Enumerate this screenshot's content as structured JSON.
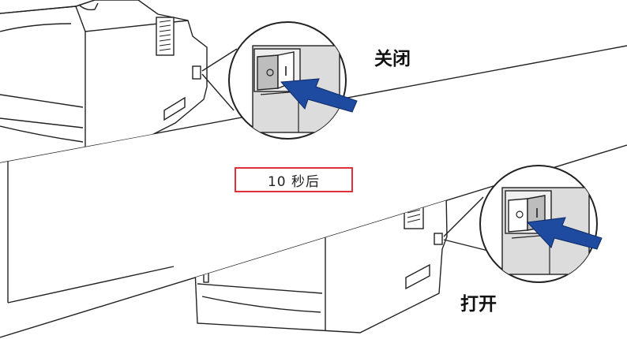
{
  "labels": {
    "switch_off": "关闭",
    "switch_on": "打开",
    "wait_time": "10 秒后"
  },
  "colors": {
    "arrow": "#1e4aa0",
    "wait_box_border": "#e0303a",
    "line": "#222222",
    "shade": "#d9d9d9"
  },
  "icons": [
    "printer",
    "power-switch",
    "arrow"
  ]
}
